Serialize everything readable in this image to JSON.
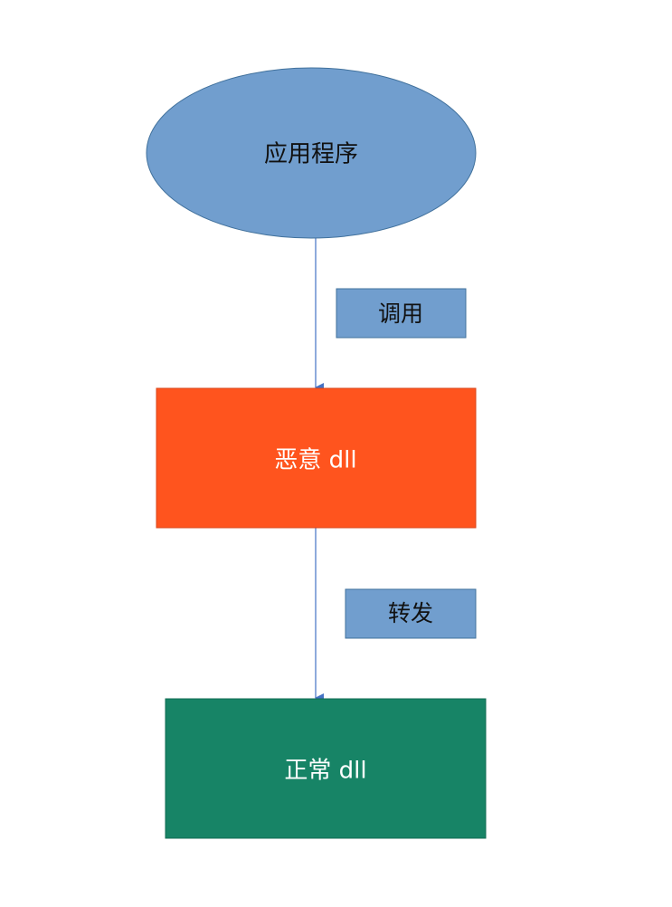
{
  "colors": {
    "ellipse_fill": "#719ECE",
    "ellipse_stroke": "#41719C",
    "label_fill": "#719ECE",
    "label_stroke": "#41719C",
    "malicious_fill": "#FF541E",
    "normal_fill": "#178466",
    "arrow": "#4472C4",
    "dark_text": "#111111",
    "light_text": "#ffffff"
  },
  "nodes": {
    "application": {
      "label": "应用程序",
      "shape": "ellipse"
    },
    "malicious_dll": {
      "label": "恶意 dll",
      "shape": "rectangle"
    },
    "normal_dll": {
      "label": "正常 dll",
      "shape": "rectangle"
    }
  },
  "edges": [
    {
      "from": "application",
      "to": "malicious_dll",
      "label": "调用"
    },
    {
      "from": "malicious_dll",
      "to": "normal_dll",
      "label": "转发"
    }
  ]
}
